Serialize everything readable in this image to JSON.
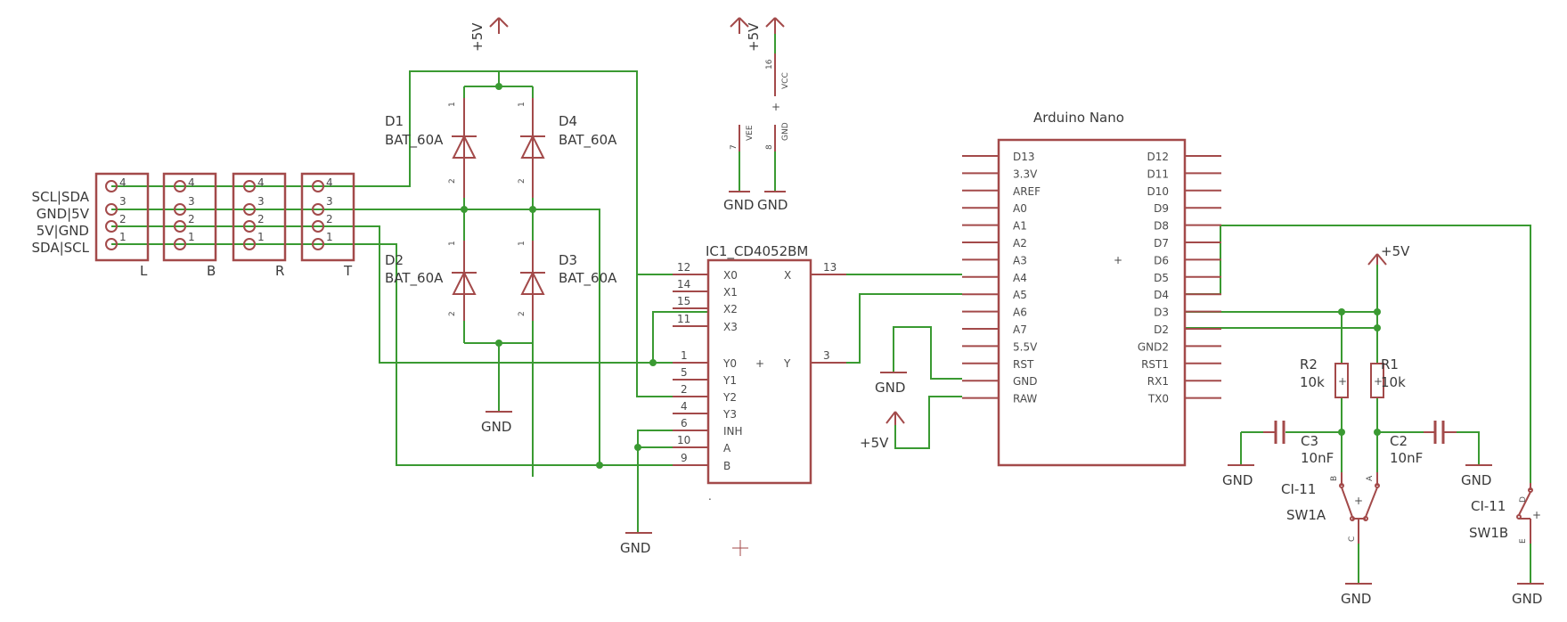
{
  "power": {
    "vcc": "+5V",
    "gnd": "GND"
  },
  "connector": {
    "row_labels": [
      "SCL|SDA",
      "GND|5V",
      "5V|GND",
      "SDA|SCL"
    ],
    "blocks": [
      "L",
      "B",
      "R",
      "T"
    ],
    "pins": [
      "4",
      "3",
      "2",
      "1"
    ]
  },
  "diodes": [
    {
      "ref": "D1",
      "value": "BAT_60A"
    },
    {
      "ref": "D4",
      "value": "BAT_60A"
    },
    {
      "ref": "D2",
      "value": "BAT_60A"
    },
    {
      "ref": "D3",
      "value": "BAT_60A"
    }
  ],
  "diode_pins": {
    "p1": "1",
    "p2": "2"
  },
  "ic1": {
    "name": "IC1_CD4052BM",
    "left_pins": [
      {
        "num": "12",
        "name": "X0"
      },
      {
        "num": "14",
        "name": "X1"
      },
      {
        "num": "15",
        "name": "X2"
      },
      {
        "num": "11",
        "name": "X3"
      },
      {
        "num": "1",
        "name": "Y0"
      },
      {
        "num": "5",
        "name": "Y1"
      },
      {
        "num": "2",
        "name": "Y2"
      },
      {
        "num": "4",
        "name": "Y3"
      },
      {
        "num": "6",
        "name": "INH"
      },
      {
        "num": "10",
        "name": "A"
      },
      {
        "num": "9",
        "name": "B"
      }
    ],
    "right_pins": [
      {
        "num": "13",
        "name": "X"
      },
      {
        "num": "3",
        "name": "Y"
      }
    ],
    "power_pins": {
      "vcc_num": "16",
      "vcc_name": "VCC",
      "vee_num": "7",
      "vee_name": "VEE",
      "gnd_num": "8",
      "gnd_name": "GND"
    }
  },
  "arduino": {
    "title": "Arduino Nano",
    "left_pins": [
      "D13",
      "3.3V",
      "AREF",
      "A0",
      "A1",
      "A2",
      "A3",
      "A4",
      "A5",
      "A6",
      "A7",
      "5.5V",
      "RST",
      "GND",
      "RAW"
    ],
    "right_pins": [
      "D12",
      "D11",
      "D10",
      "D9",
      "D8",
      "D7",
      "D6",
      "D5",
      "D4",
      "D3",
      "D2",
      "GND2",
      "RST1",
      "RX1",
      "TX0"
    ]
  },
  "resistors": [
    {
      "ref": "R2",
      "value": "10k"
    },
    {
      "ref": "R1",
      "value": "10k"
    }
  ],
  "capacitors": [
    {
      "ref": "C3",
      "value": "10nF"
    },
    {
      "ref": "C2",
      "value": "10nF"
    }
  ],
  "switches": {
    "part": "CI-11",
    "sw1a": "SW1A",
    "sw1b": "SW1B",
    "pin_b": "B",
    "pin_a": "A",
    "pin_c": "C",
    "pin_d": "D",
    "pin_e": "E"
  }
}
